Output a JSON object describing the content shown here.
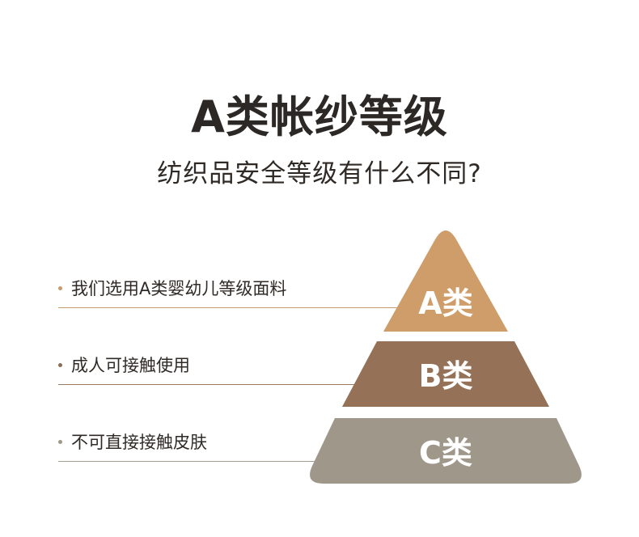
{
  "header": {
    "title": "A类帐纱等级",
    "subtitle": "纺织品安全等级有什么不同?"
  },
  "colors": {
    "tier_a": "#cf9d69",
    "tier_b": "#947157",
    "tier_c": "#9f978a"
  },
  "tiers": [
    {
      "label": "A类",
      "description": "我们选用A类婴幼儿等级面料"
    },
    {
      "label": "B类",
      "description": "成人可接触使用"
    },
    {
      "label": "C类",
      "description": "不可直接接触皮肤"
    }
  ]
}
